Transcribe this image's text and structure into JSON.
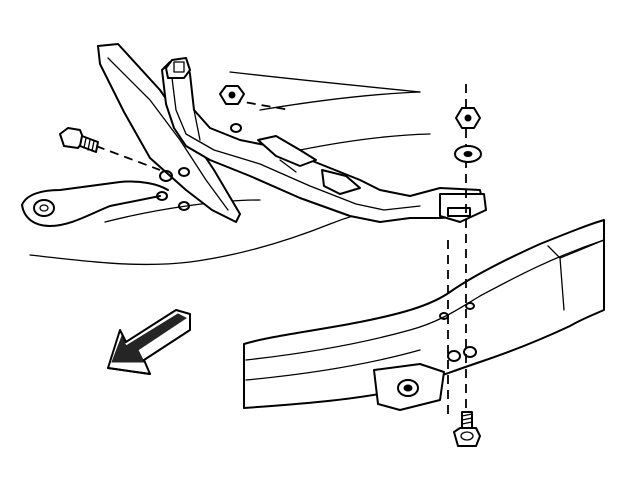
{
  "diagram": {
    "parts": [
      {
        "name": "mounting-bracket-plate"
      },
      {
        "name": "crossmember-bracket"
      },
      {
        "name": "frame-rail"
      },
      {
        "name": "upper-nut"
      },
      {
        "name": "washer"
      },
      {
        "name": "lower-bolt"
      },
      {
        "name": "bracket-bolt"
      },
      {
        "name": "bracket-nut"
      }
    ],
    "direction_arrow": "front-arrow-icon",
    "colors": {
      "ink": "#000000",
      "paper": "#ffffff"
    }
  }
}
